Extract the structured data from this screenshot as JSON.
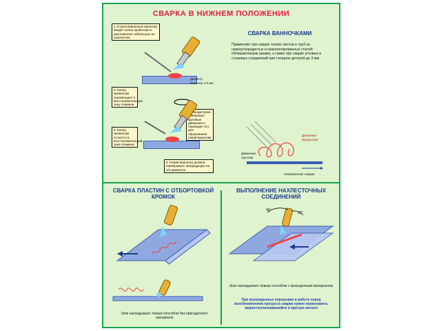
{
  "poster": {
    "title": "СВАРКА В НИЖНЕМ ПОЛОЖЕНИИ",
    "section1": {
      "title": "СВАРКА ВАННОЧКАМИ",
      "description": "Применяют при сварке тонких листов и труб из низкоуглеродистых и низколегированных сталей облицовочными швами, а также при сварке угловых и стыковых соединений при толщине деталей до 3 мм",
      "notes": [
        "1. В расплавленную ванночку вводят конец проволоки и расплавляют небольшое ее количество",
        "2. Конец проволоки перемещают в восстановительную зону пламени",
        "3. Мундштуком совершают круговые движения и переводят его для образования новой ванночки",
        "4. Конец проволоки остается в восстановительной зоне пламени",
        "5. Новая ванночка должна перекрывать предыдущую на 1/3 диаметра"
      ],
      "dimension_label": "Диаметр ванночки 4-5 мм",
      "motion_label": "Движение мундштука",
      "wire_label": "Движение прутком",
      "direction_label": "Направление сварки"
    },
    "section2": {
      "title": "СВАРКА ПЛАСТИН С ОТБОРТОВКОЙ КРОМОК",
      "caption": "Шов накладывают левым способом без присадочного материала"
    },
    "section3": {
      "title": "ВЫПОЛНЕНИЕ НАХЛЕСТОЧНЫХ СОЕДИНЕНИЙ",
      "angle1": "45°",
      "angle2": "30°",
      "caption": "Шов накладывают левым способом с присадочным материалом",
      "warning": "При вынужденных перерывах в работе перед возобновлением процесса сварки нужно переплавить закристаллизовавшийся в кратере металл"
    }
  },
  "colors": {
    "background": "#dff3cf",
    "border": "#16a34a",
    "title": "#e11d48",
    "section_title": "#1e3a8a",
    "plate": "#8fa9e0"
  }
}
